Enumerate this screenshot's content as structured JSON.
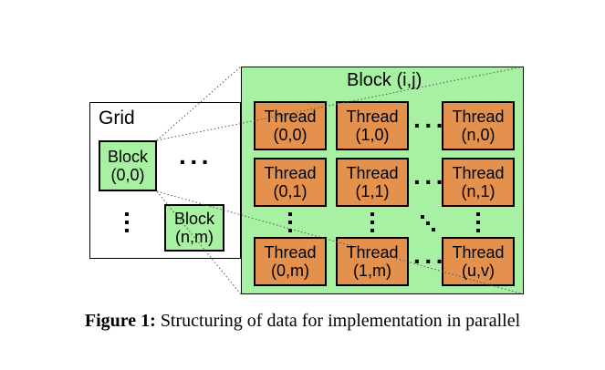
{
  "grid": {
    "label": "Grid",
    "blocks": [
      {
        "line1": "Block",
        "line2": "(0,0)"
      },
      {
        "line1": "Block",
        "line2": "(n,m)"
      }
    ]
  },
  "block": {
    "label": "Block (i,j)",
    "threads": [
      {
        "line1": "Thread",
        "line2": "(0,0)"
      },
      {
        "line1": "Thread",
        "line2": "(1,0)"
      },
      {
        "line1": "Thread",
        "line2": "(n,0)"
      },
      {
        "line1": "Thread",
        "line2": "(0,1)"
      },
      {
        "line1": "Thread",
        "line2": "(1,1)"
      },
      {
        "line1": "Thread",
        "line2": "(n,1)"
      },
      {
        "line1": "Thread",
        "line2": "(0,m)"
      },
      {
        "line1": "Thread",
        "line2": "(1,m)"
      },
      {
        "line1": "Thread",
        "line2": "(u,v)"
      }
    ]
  },
  "caption": {
    "prefix": "Figure 1:",
    "text": " Structuring of data for implementation in parallel"
  },
  "colors": {
    "block_fill": "#a8f0a2",
    "thread_fill": "#e3914d",
    "outline": "#000000"
  }
}
